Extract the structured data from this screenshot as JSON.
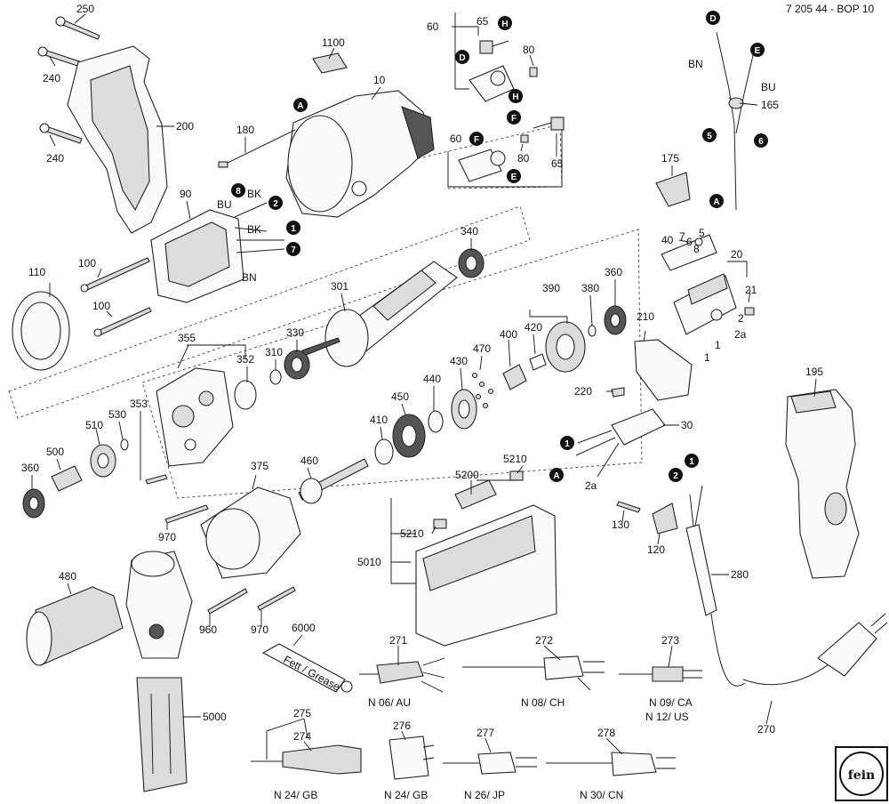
{
  "header": {
    "doc_code": "7 205 44 - BOP 10"
  },
  "logo_text": "fein",
  "tube_text": "Fett / Grease",
  "part_labels": {
    "l250": "250",
    "l240a": "240",
    "l240b": "240",
    "l200": "200",
    "l1100": "1100",
    "l10": "10",
    "l180": "180",
    "l90": "90",
    "l110": "110",
    "l100a": "100",
    "l100b": "100",
    "l60a": "60",
    "l65a": "65",
    "l80a": "80",
    "l60b": "60",
    "l80b": "80",
    "l65b": "65",
    "l165": "165",
    "l175": "175",
    "l40": "40",
    "l20": "20",
    "l21": "21",
    "l2a": "2",
    "l2b": "2a",
    "l1a": "1",
    "l1b": "1",
    "l340": "340",
    "l301": "301",
    "l330": "330",
    "l310": "310",
    "l352": "352",
    "l355": "355",
    "l390": "390",
    "l380": "380",
    "l360a": "360",
    "l420": "420",
    "l400": "400",
    "l470": "470",
    "l430": "430",
    "l440": "440",
    "l450": "450",
    "l410": "410",
    "l210": "210",
    "l220": "220",
    "l353": "353",
    "l510": "510",
    "l530": "530",
    "l500": "500",
    "l360b": "360",
    "l375": "375",
    "l460": "460",
    "l970a": "970",
    "l970b": "970",
    "l960": "960",
    "l30": "30",
    "l195": "195",
    "l5200": "5200",
    "l5210a": "5210",
    "l5210b": "5210",
    "l5010": "5010",
    "l130": "130",
    "l120": "120",
    "l280": "280",
    "l2a_w": "2a",
    "l480": "480",
    "l6000": "6000",
    "l5000": "5000",
    "l271": "271",
    "l272": "272",
    "l273": "273",
    "l270": "270",
    "l275": "275",
    "l274": "274",
    "l276": "276",
    "l277": "277",
    "l278": "278"
  },
  "wire_labels": {
    "bu_motor": "BU",
    "bk_motor_a": "BK",
    "bk_motor_b": "BK",
    "bn_motor": "BN",
    "bn_cable": "BN",
    "bu_cable": "BU"
  },
  "markers": {
    "m_A1": "A",
    "m_8": "8",
    "m_2": "2",
    "m_1": "1",
    "m_7": "7",
    "m_H1": "H",
    "m_D1": "D",
    "m_H2": "H",
    "m_F1": "F",
    "m_F2": "F",
    "m_E1": "E",
    "m_D2": "D",
    "m_E2": "E",
    "m_5": "5",
    "m_6": "6",
    "m_A2": "A",
    "m_1b": "1",
    "m_A3": "A",
    "m_2c": "2",
    "m_1c": "1"
  },
  "plug_captions": {
    "n06": "N 06/ AU",
    "n08": "N 08/ CH",
    "n09": "N 09/ CA",
    "n12": "N 12/ US",
    "n24a": "N 24/ GB",
    "n24b": "N 24/ GB",
    "n26": "N 26/ JP",
    "n30": "N 30/ CN"
  }
}
